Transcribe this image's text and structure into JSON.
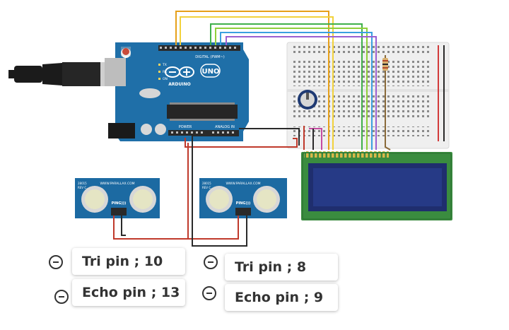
{
  "arduino": {
    "brand": "ARDUINO",
    "model": "UNO",
    "header_digital": "DIGITAL (PWM~)",
    "header_power": "POWER",
    "header_analog": "ANALOG IN",
    "led_tx": "TX",
    "led_rx": "RX",
    "led_on": "ON"
  },
  "sensors": [
    {
      "site": "WWW.PARALLAX.COM",
      "name": "PING)))",
      "rev": "REV C",
      "port": "28015"
    },
    {
      "site": "WWW.PARALLAX.COM",
      "name": "PING)))",
      "rev": "REV C",
      "port": "28015"
    }
  ],
  "callouts": [
    {
      "text": "Tri pin ; 10"
    },
    {
      "text": "Echo pin ; 13"
    },
    {
      "text": "Tri pin ; 8"
    },
    {
      "text": "Echo pin ; 9"
    }
  ],
  "colors": {
    "arduino_board": "#1f6fa8",
    "lcd_pcb": "#3a8c3f",
    "lcd_screen": "#1f2e6e",
    "sensor_board": "#1c6aa2",
    "breadboard": "#efefef"
  }
}
